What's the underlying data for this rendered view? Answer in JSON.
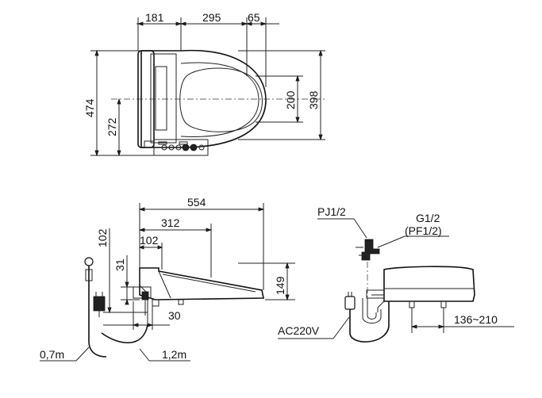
{
  "top_view": {
    "dim_181": "181",
    "dim_295": "295",
    "dim_65": "65",
    "dim_474": "474",
    "dim_272": "272",
    "dim_200": "200",
    "dim_398": "398"
  },
  "side_view": {
    "dim_554": "554",
    "dim_312": "312",
    "dim_102_a": "102",
    "dim_102_b": "102",
    "dim_31": "31",
    "dim_149": "149",
    "dim_30": "30",
    "cord_07": "0,7m",
    "cord_12": "1,2m"
  },
  "rear_view": {
    "pj": "PJ1/2",
    "g": "G1/2",
    "pf": "(PF1/2)",
    "ac": "AC220V",
    "dim_range": "136~210"
  }
}
